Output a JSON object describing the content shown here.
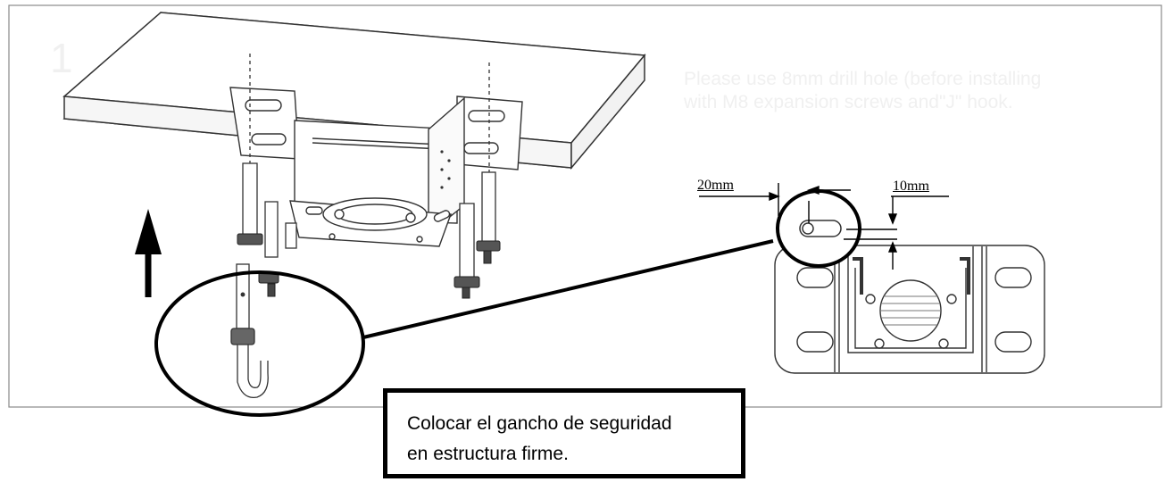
{
  "step_number": "1",
  "faded_note": {
    "line1": "Please use 8mm drill hole (before installing",
    "line2": "with M8 expansion screws and\"J\" hook."
  },
  "dimensions": {
    "left": "20mm",
    "right": "10mm"
  },
  "callout": {
    "line1": "Colocar el gancho de seguridad",
    "line2": "en estructura firme."
  }
}
